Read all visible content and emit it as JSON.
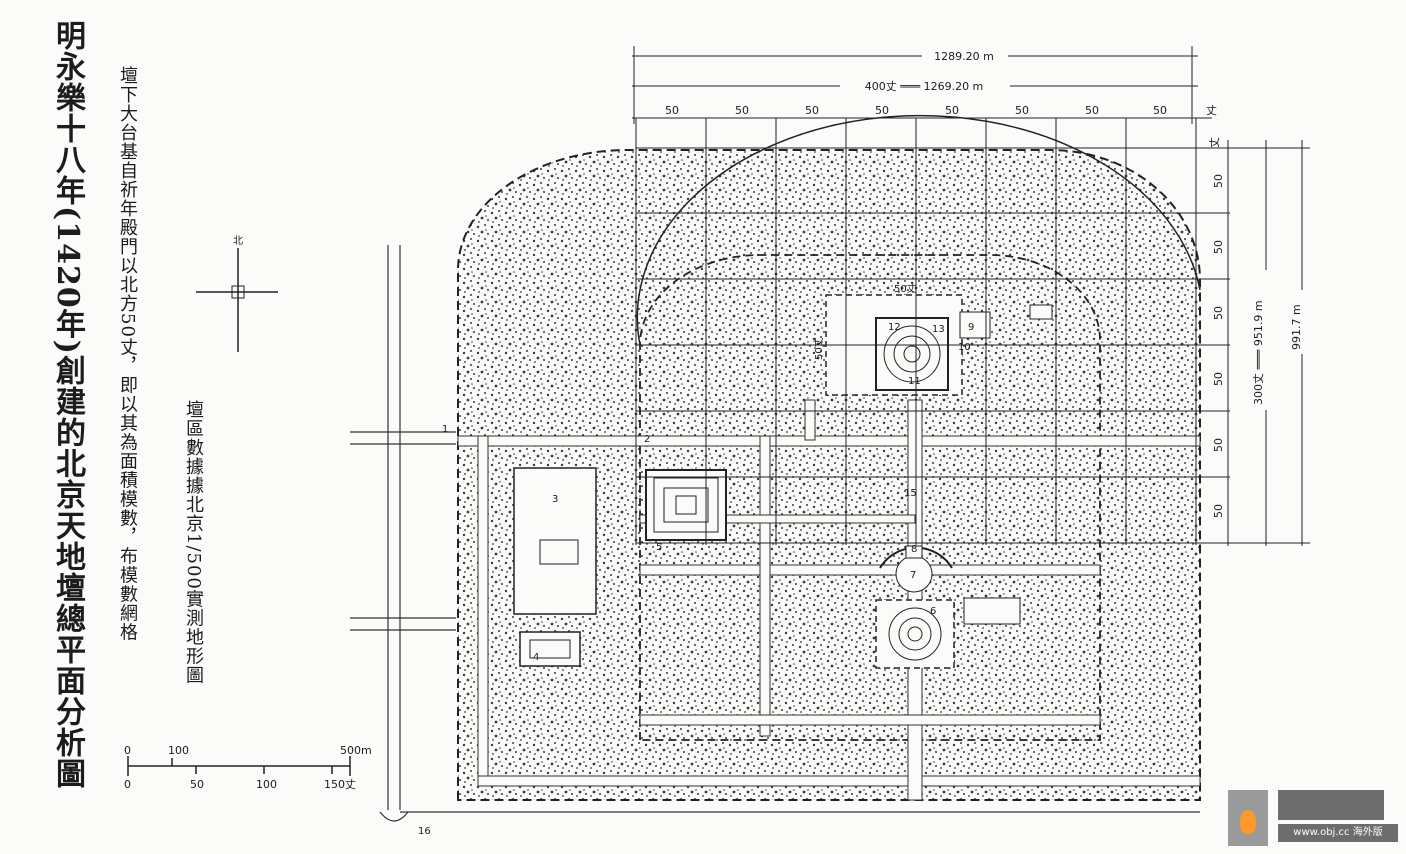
{
  "map": {
    "title": "明永樂十八年(1420年)創建的北京天地壇總平面分析圖",
    "note1": "壇下大台基自祈年殿門以北方50丈，即以其為面積模數，布模數網格",
    "note2": "壇區數據據北京1/500實測地形圖",
    "north_label": "北",
    "top_dim_outer": "1289.20 m",
    "top_dim_inner": "400丈 ═══ 1269.20 m",
    "grid_unit_label": "50",
    "unit_zhang": "丈",
    "right_dim_inner": "300丈 ═══ 951.9 m",
    "right_dim_outer": "991.7 m",
    "inner_50": "50丈",
    "site_numbers": [
      "1",
      "2",
      "3",
      "4",
      "5",
      "6",
      "7",
      "8",
      "9",
      "10",
      "11",
      "12",
      "13",
      "15",
      "16"
    ],
    "scale": {
      "top_labels": [
        "0",
        "100",
        "500m"
      ],
      "bottom_labels": [
        "0",
        "50",
        "100",
        "150丈"
      ]
    }
  },
  "watermark": {
    "url": "www.obj.cc 海外版"
  }
}
